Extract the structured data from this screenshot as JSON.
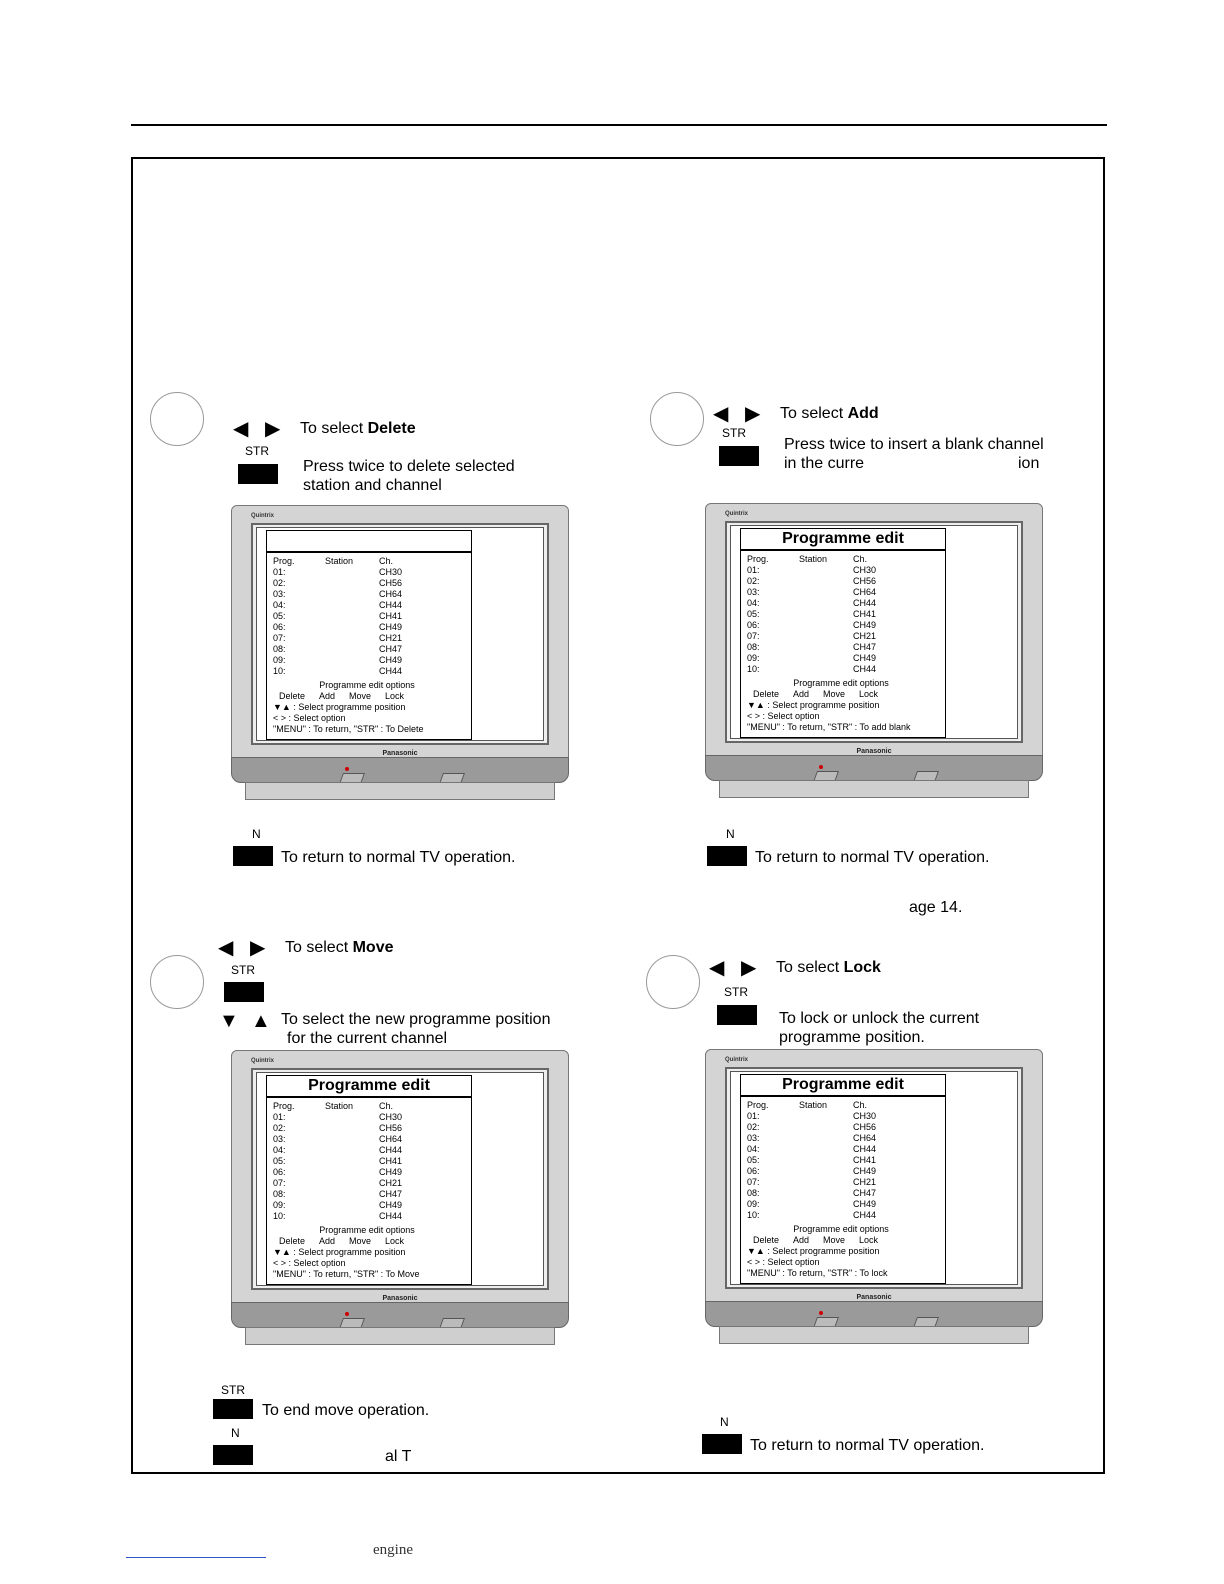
{
  "q1": {
    "arrows": [
      "◀",
      "▶"
    ],
    "select_prefix": "To select ",
    "select_word": "Delete",
    "key_label": "STR",
    "desc_line1": "Press  twice  to  delete  selected",
    "desc_line2": "station and channel",
    "tv": {
      "brand": "Quintrix",
      "title": "",
      "headers": {
        "prog": "Prog.",
        "station": "Station",
        "ch": "Ch."
      },
      "rows": [
        {
          "p": "01:",
          "c": "CH30"
        },
        {
          "p": "02:",
          "c": "CH56"
        },
        {
          "p": "03:",
          "c": "CH64"
        },
        {
          "p": "04:",
          "c": "CH44"
        },
        {
          "p": "05:",
          "c": "CH41"
        },
        {
          "p": "06:",
          "c": "CH49"
        },
        {
          "p": "07:",
          "c": "CH21"
        },
        {
          "p": "08:",
          "c": "CH47"
        },
        {
          "p": "09:",
          "c": "CH49"
        },
        {
          "p": "10:",
          "c": "CH44"
        }
      ],
      "options_title": "Programme edit options",
      "options": [
        "Delete",
        "Add",
        "Move",
        "Lock"
      ],
      "help1": "▼▲          : Select programme position",
      "help2": "<  >          : Select option",
      "help3": "\"MENU\" : To return, \"STR\" : To Delete",
      "maker": "Panasonic"
    },
    "n_label": "N",
    "return_text": "To return to normal TV operation."
  },
  "q2": {
    "arrows": [
      "◀",
      "▶"
    ],
    "select_prefix": "To select ",
    "select_word": "Add",
    "key_label": "STR",
    "desc_line1": "Press twice to insert a blank channel",
    "desc_line2a": "in the curre",
    "desc_line2b": "ion",
    "tv": {
      "brand": "Quintrix",
      "title": "Programme edit",
      "headers": {
        "prog": "Prog.",
        "station": "Station",
        "ch": "Ch."
      },
      "rows": [
        {
          "p": "01:",
          "c": "CH30"
        },
        {
          "p": "02:",
          "c": "CH56"
        },
        {
          "p": "03:",
          "c": "CH64"
        },
        {
          "p": "04:",
          "c": "CH44"
        },
        {
          "p": "05:",
          "c": "CH41"
        },
        {
          "p": "06:",
          "c": "CH49"
        },
        {
          "p": "07:",
          "c": "CH21"
        },
        {
          "p": "08:",
          "c": "CH47"
        },
        {
          "p": "09:",
          "c": "CH49"
        },
        {
          "p": "10:",
          "c": "CH44"
        }
      ],
      "options_title": "Programme edit options",
      "options": [
        "Delete",
        "Add",
        "Move",
        "Lock"
      ],
      "help1": "▼▲          : Select programme position",
      "help2": "<  >          : Select option",
      "help3": "\"MENU\" : To return, \"STR\" : To add blank",
      "maker": "Panasonic"
    },
    "n_label": "N",
    "return_text": "To return to normal TV operation.",
    "page_ref": "age 14."
  },
  "q3": {
    "arrows": [
      "◀",
      "▶"
    ],
    "select_prefix": "To select ",
    "select_word": "Move",
    "key_label": "STR",
    "arrows2": [
      "▼",
      "▲"
    ],
    "desc_line1": "To select the new programme position",
    "desc_line2": "for the current channel",
    "tv": {
      "brand": "Quintrix",
      "title": "Programme edit",
      "headers": {
        "prog": "Prog.",
        "station": "Station",
        "ch": "Ch."
      },
      "rows": [
        {
          "p": "01:",
          "c": "CH30"
        },
        {
          "p": "02:",
          "c": "CH56"
        },
        {
          "p": "03:",
          "c": "CH64"
        },
        {
          "p": "04:",
          "c": "CH44"
        },
        {
          "p": "05:",
          "c": "CH41"
        },
        {
          "p": "06:",
          "c": "CH49"
        },
        {
          "p": "07:",
          "c": "CH21"
        },
        {
          "p": "08:",
          "c": "CH47"
        },
        {
          "p": "09:",
          "c": "CH49"
        },
        {
          "p": "10:",
          "c": "CH44"
        }
      ],
      "options_title": "Programme edit options",
      "options": [
        "Delete",
        "Add",
        "Move",
        "Lock"
      ],
      "help1": "▼▲          : Select programme position",
      "help2": "<  >          : Select option",
      "help3": "\"MENU\" : To return, \"STR\" : To Move",
      "maker": "Panasonic"
    },
    "end_key_label": "STR",
    "end_text": "To end move operation.",
    "n_label": "N",
    "return_text": "al T"
  },
  "q4": {
    "arrows": [
      "◀",
      "▶"
    ],
    "select_prefix": "To select ",
    "select_word": "Lock",
    "key_label": "STR",
    "desc_line1": "To lock or unlock the current",
    "desc_line2": "programme position.",
    "tv": {
      "brand": "Quintrix",
      "title": "Programme edit",
      "headers": {
        "prog": "Prog.",
        "station": "Station",
        "ch": "Ch."
      },
      "rows": [
        {
          "p": "01:",
          "c": "CH30"
        },
        {
          "p": "02:",
          "c": "CH56"
        },
        {
          "p": "03:",
          "c": "CH64"
        },
        {
          "p": "04:",
          "c": "CH44"
        },
        {
          "p": "05:",
          "c": "CH41"
        },
        {
          "p": "06:",
          "c": "CH49"
        },
        {
          "p": "07:",
          "c": "CH21"
        },
        {
          "p": "08:",
          "c": "CH47"
        },
        {
          "p": "09:",
          "c": "CH49"
        },
        {
          "p": "10:",
          "c": "CH44"
        }
      ],
      "options_title": "Programme edit options",
      "options": [
        "Delete",
        "Add",
        "Move",
        "Lock"
      ],
      "help1": "▼▲          : Select programme position",
      "help2": "<  >          : Select option",
      "help3": "\"MENU\" : To return, \"STR\" : To lock",
      "maker": "Panasonic"
    },
    "n_label": "N",
    "return_text": "To return to normal TV operation."
  },
  "footer": {
    "text": "engine"
  }
}
